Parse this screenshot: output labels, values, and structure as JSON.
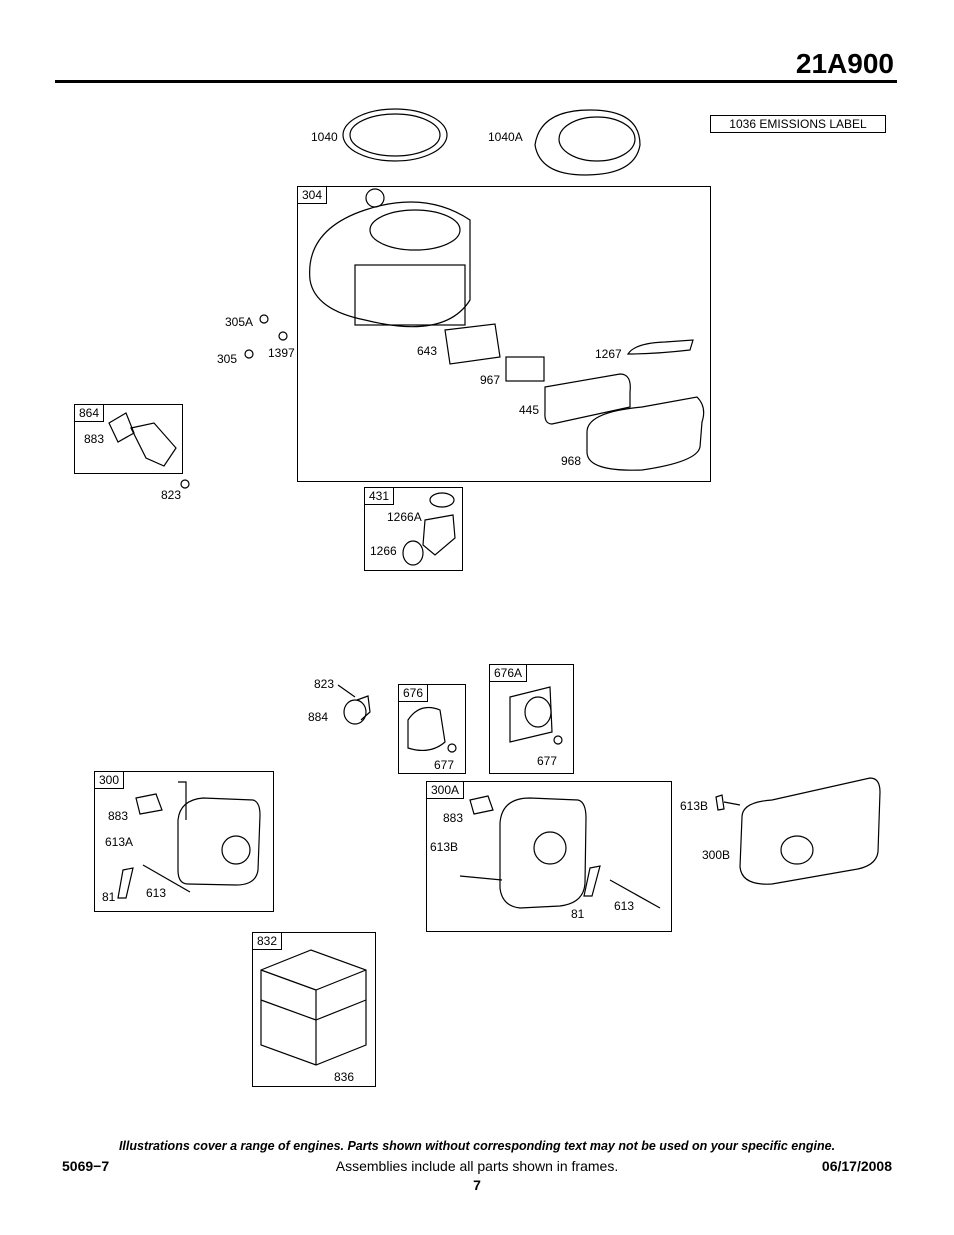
{
  "header": {
    "model": "21A900"
  },
  "emissions_label": "1036 EMISSIONS LABEL",
  "frames": {
    "f304": "304",
    "f864": "864",
    "f431": "431",
    "f676": "676",
    "f676a": "676A",
    "f300": "300",
    "f300a": "300A",
    "f832": "832"
  },
  "parts": {
    "p1040": "1040",
    "p1040a": "1040A",
    "p305a": "305A",
    "p305": "305",
    "p1397": "1397",
    "p643": "643",
    "p967": "967",
    "p1267": "1267",
    "p445": "445",
    "p968": "968",
    "p883_864": "883",
    "p823_864": "823",
    "p1266a": "1266A",
    "p1266": "1266",
    "p823_884": "823",
    "p884": "884",
    "p677_676": "677",
    "p677_676a": "677",
    "p883_300": "883",
    "p613a": "613A",
    "p81_300": "81",
    "p613_300": "613",
    "p883_300a": "883",
    "p613b_300a": "613B",
    "p81_300a": "81",
    "p613_300a": "613",
    "p613b": "613B",
    "p300b": "300B",
    "p836": "836"
  },
  "footer": {
    "note": "Illustrations cover a range of engines. Parts shown without corresponding text may not be used on your specific engine.",
    "doc_number": "5069−7",
    "assemblies": "Assemblies include all parts shown in frames.",
    "date": "06/17/2008",
    "page": "7"
  }
}
